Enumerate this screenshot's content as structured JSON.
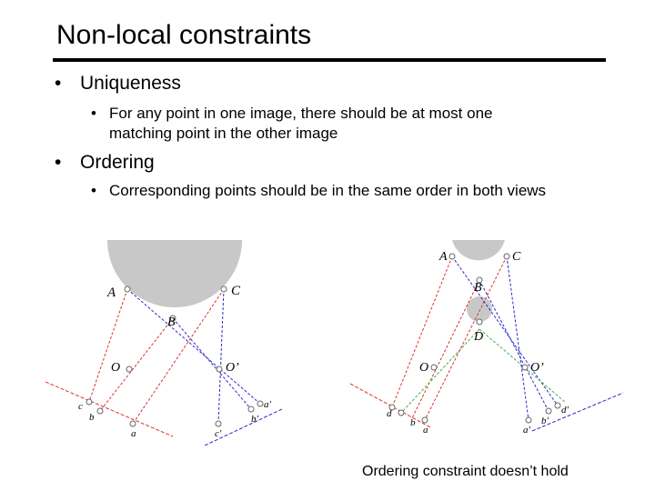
{
  "slide": {
    "title": "Non-local constraints",
    "bullets": [
      {
        "label": "Uniqueness",
        "sub": [
          "For any point in one image, there should be at most one",
          "matching point in the other image"
        ]
      },
      {
        "label": "Ordering",
        "sub": [
          "Corresponding points should be in the same order in both views"
        ]
      }
    ],
    "caption": "Ordering constraint doesn’t hold",
    "bullet_glyph": "•"
  },
  "figure_left": {
    "labels": {
      "A": "A",
      "B": "B",
      "C": "C",
      "O": "O",
      "Op": "O’",
      "c": "c",
      "b": "b",
      "a": "a",
      "ap": "a'",
      "bp": "b'",
      "cp": "c'"
    }
  },
  "figure_right": {
    "labels": {
      "A": "A",
      "B": "B",
      "C": "C",
      "D": "D",
      "O": "O",
      "Op": "O’",
      "d": "d",
      "b": "b",
      "a": "a",
      "ap": "a'",
      "bp": "b'",
      "dp": "d'"
    }
  },
  "colors": {
    "red": "#e03030",
    "blue": "#2a2ac8",
    "green": "#3fae3f",
    "gray": "#c8c8c8"
  }
}
